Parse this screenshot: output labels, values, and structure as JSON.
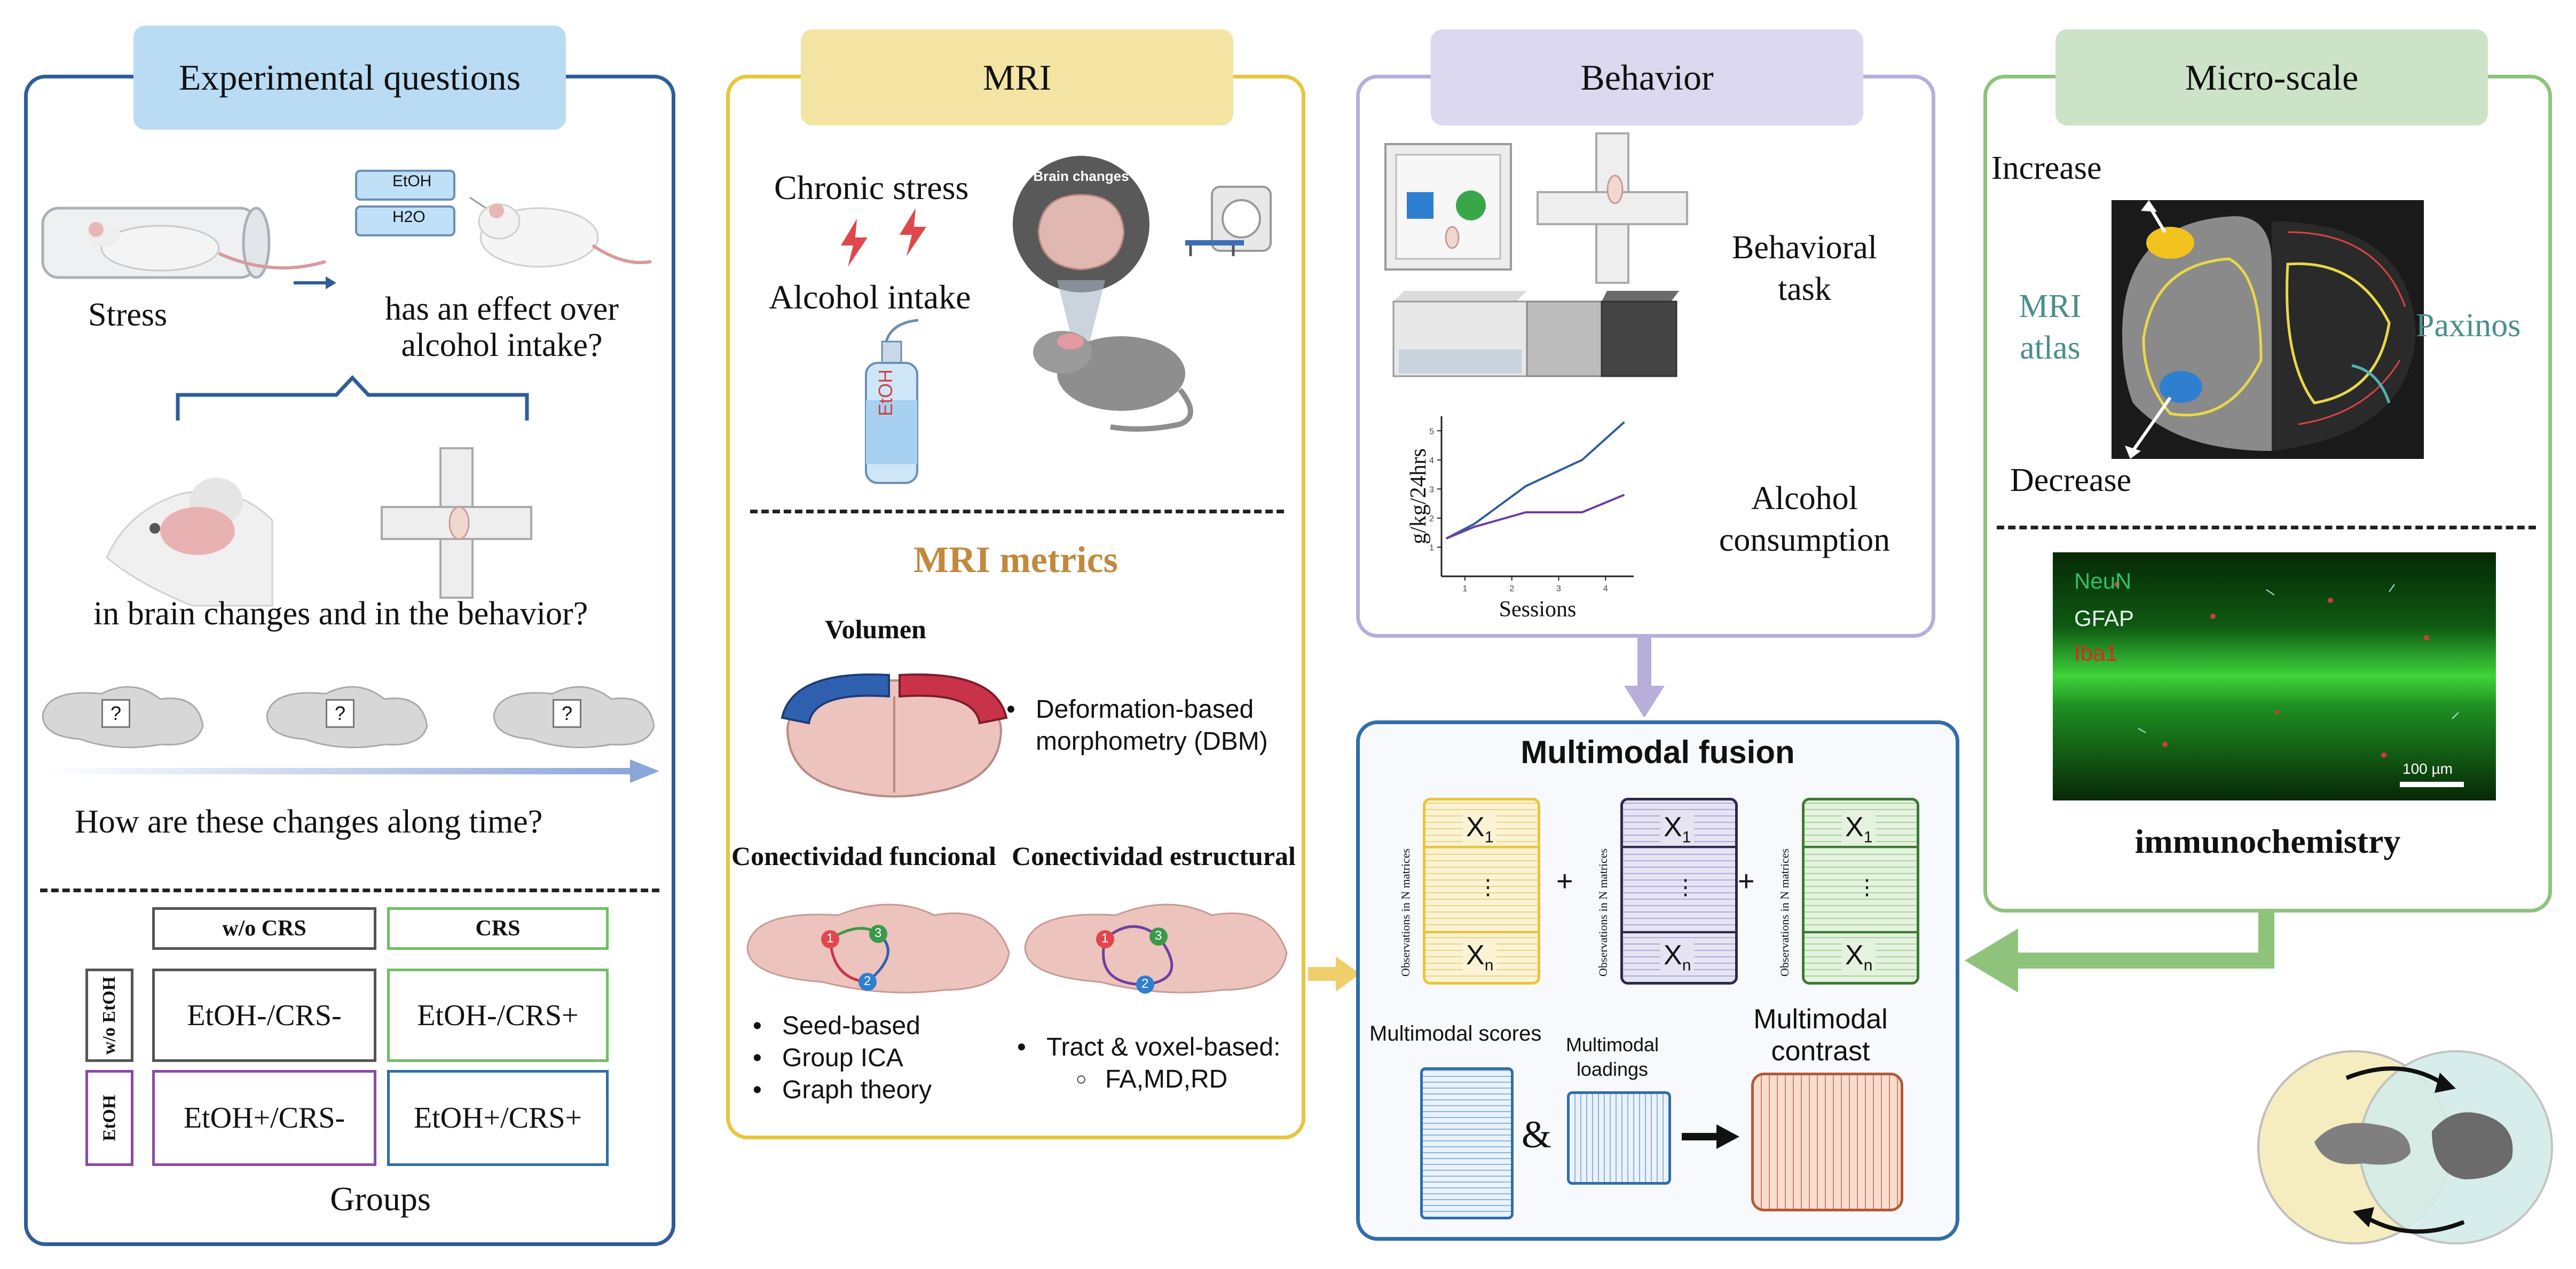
{
  "colors": {
    "blue_panel": "#2f5d9a",
    "blue_title": "#b9dcf4",
    "yellow_panel": "#e8c53c",
    "yellow_title": "#f4e4a3",
    "purple_panel": "#b7aedb",
    "purple_title": "#dcd8ef",
    "green_panel": "#8fc37c",
    "green_title": "#cde3c8",
    "fusion_panel": "#2f6ea8",
    "metrics_orange": "#c08a3e",
    "teal_text": "#4a8f8c"
  },
  "experimental": {
    "title": "Experimental questions",
    "stress_label": "Stress",
    "effect_line1": "has an effect over",
    "effect_line2": "alcohol intake?",
    "bottle_etoh": "EtOH",
    "bottle_h2o": "H2O",
    "brain_behavior_q": "in brain changes and in the behavior?",
    "qmark": "?",
    "time_q": "How are these changes along time?",
    "groups": {
      "col_wo_crs": "w/o CRS",
      "col_crs": "CRS",
      "row_wo_etoh": "w/o EtOH",
      "row_etoh": "EtOH",
      "cell_11": "EtOH-/CRS-",
      "cell_12": "EtOH-/CRS+",
      "cell_21": "EtOH+/CRS-",
      "cell_22": "EtOH+/CRS+",
      "label": "Groups"
    }
  },
  "mri": {
    "title": "MRI",
    "chronic_stress": "Chronic stress",
    "alcohol_intake": "Alcohol intake",
    "brain_changes": "Brain changes",
    "bottle_label": "EtOH",
    "metrics_title": "MRI metrics",
    "volumen": "Volumen",
    "dbm_line1": "Deformation-based",
    "dbm_line2": "morphometry (DBM)",
    "func_title": "Conectividad funcional",
    "struct_title": "Conectividad estructural",
    "func_items": [
      "Seed-based",
      "Group ICA",
      "Graph theory"
    ],
    "struct_item": "Tract & voxel-based:",
    "struct_sub": "FA,MD,RD",
    "node_1": "1",
    "node_2": "2",
    "node_3": "3"
  },
  "behavior": {
    "title": "Behavior",
    "task_line1": "Behavioral",
    "task_line2": "task",
    "consumption_line1": "Alcohol",
    "consumption_line2": "consumption"
  },
  "chart_data": {
    "type": "line",
    "xlabel": "Sessions",
    "ylabel": "g/kg/24hrs",
    "x_ticks": [
      "1",
      "2",
      "3",
      "4"
    ],
    "y_ticks": [
      "1",
      "2",
      "3",
      "4",
      "5"
    ],
    "xlim": [
      0.5,
      4.6
    ],
    "ylim": [
      0,
      5.5
    ],
    "series": [
      {
        "color": "#2f5d9a",
        "x": [
          0.6,
          1.2,
          2.3,
          3.5,
          4.4
        ],
        "y": [
          1.3,
          1.8,
          3.1,
          4.0,
          5.3
        ]
      },
      {
        "color": "#6b3fa0",
        "x": [
          0.6,
          1.2,
          2.3,
          3.5,
          4.4
        ],
        "y": [
          1.3,
          1.7,
          2.2,
          2.2,
          2.8
        ]
      }
    ]
  },
  "microscale": {
    "title": "Micro-scale",
    "increase": "Increase",
    "decrease": "Decrease",
    "mri_atlas_line1": "MRI",
    "mri_atlas_line2": "atlas",
    "paxinos": "Paxinos",
    "stain_neun": "NeuN",
    "stain_gfap": "GFAP",
    "stain_iba1": "Iba1",
    "scale_bar": "100 µm",
    "immuno": "immunochemistry"
  },
  "fusion": {
    "title": "Multimodal fusion",
    "obs_label": "Observations in N matrices",
    "x_first": "X",
    "sub_first": "1",
    "x_last": "X",
    "sub_last": "n",
    "dots": "⋮",
    "plus": "+",
    "scores": "Multimodal scores",
    "loadings_line1": "Multimodal",
    "loadings_line2": "loadings",
    "contrast_line1": "Multimodal",
    "contrast_line2": "contrast",
    "amp": "&"
  },
  "icons": [
    "rat-restrainer-icon",
    "rat-icon",
    "water-bottle-icon",
    "brain-icon",
    "plus-maze-icon",
    "mri-scanner-icon",
    "lightning-icon",
    "cycle-icon"
  ]
}
